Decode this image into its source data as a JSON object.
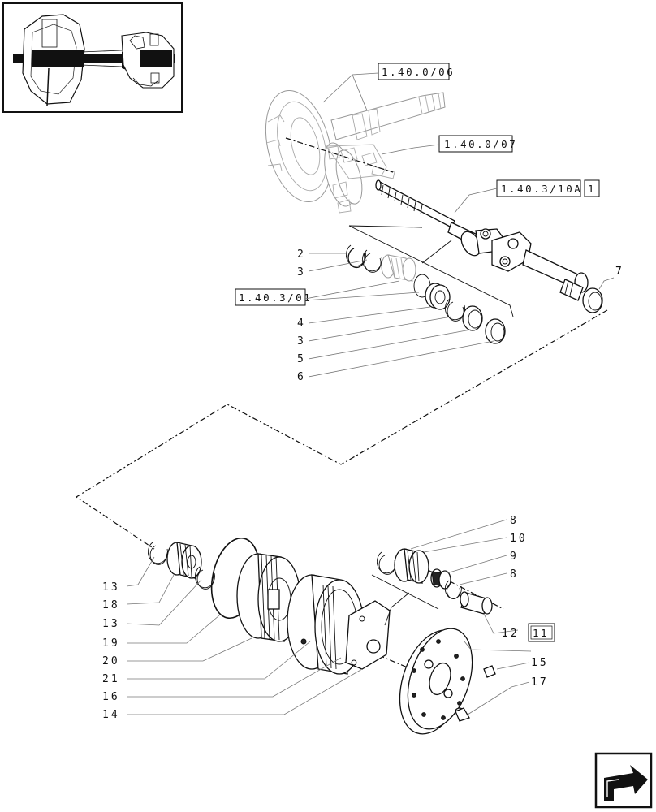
{
  "references": {
    "ref_a": "1.40.0/06",
    "ref_b": "1.40.0/07",
    "ref_c": "1.40.3/10A",
    "ref_c_suffix": "1",
    "ref_d": "1.40.3/01",
    "ref_e": "11"
  },
  "labels": {
    "upper": [
      "2",
      "3",
      "4",
      "3",
      "5",
      "6",
      "7"
    ],
    "right": [
      "8",
      "10",
      "9",
      "8",
      "12",
      "15",
      "17"
    ],
    "left": [
      "13",
      "18",
      "13",
      "19",
      "20",
      "21",
      "16",
      "14"
    ]
  },
  "icons": {
    "thumbnail": "axle-assembly-thumbnail",
    "nav": "next-page-arrow-icon"
  }
}
